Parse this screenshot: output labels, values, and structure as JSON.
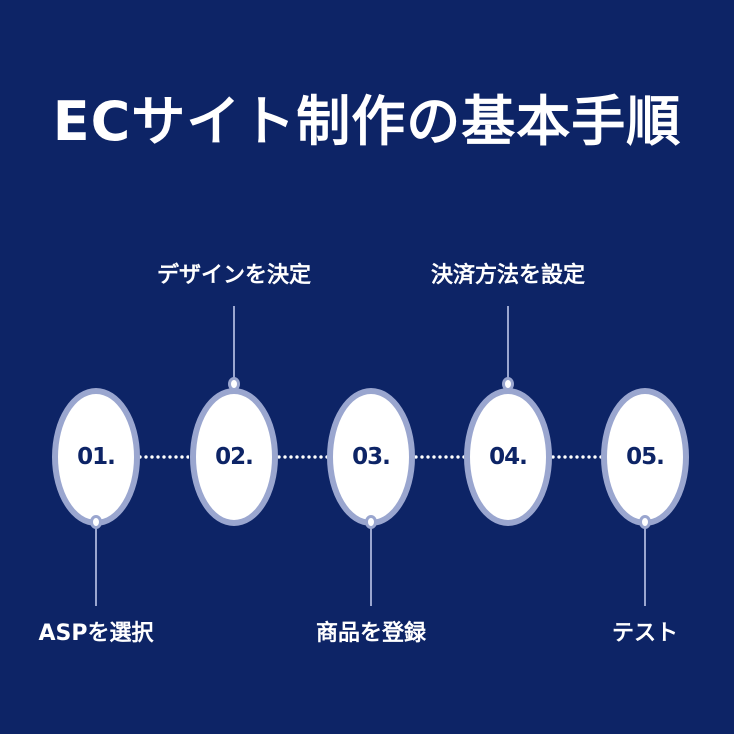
{
  "title": "ECサイト制作の基本手順",
  "steps": [
    {
      "number": "01.",
      "label": "ASPを選択"
    },
    {
      "number": "02.",
      "label": "デザインを決定"
    },
    {
      "number": "03.",
      "label": "商品を登録"
    },
    {
      "number": "04.",
      "label": "決済方法を設定"
    },
    {
      "number": "05.",
      "label": "テスト"
    }
  ]
}
